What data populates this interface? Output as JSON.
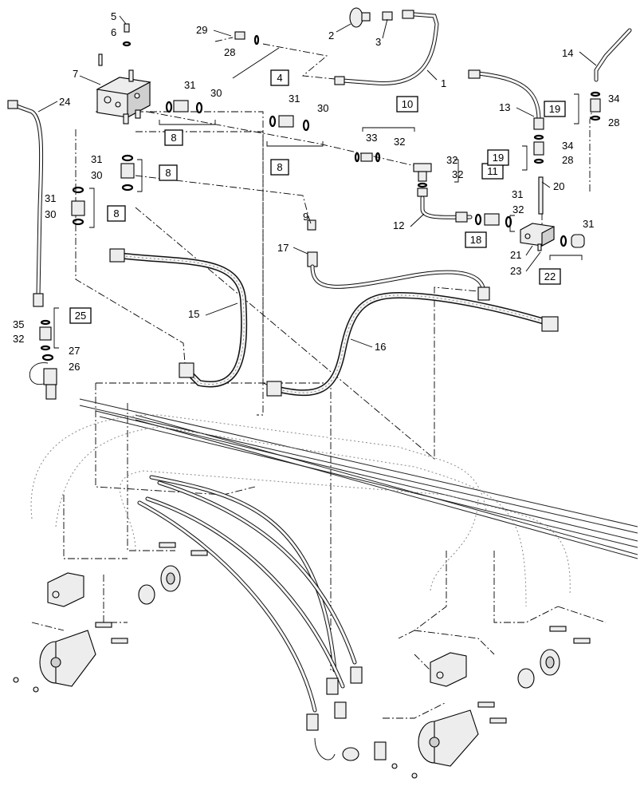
{
  "callouts": {
    "n1": "1",
    "n2": "2",
    "n3": "3",
    "n5": "5",
    "n6": "6",
    "n7": "7",
    "n9": "9",
    "n12": "12",
    "n13": "13",
    "n14": "14",
    "n15": "15",
    "n16": "16",
    "n17": "17",
    "n20": "20",
    "n21": "21",
    "n23": "23",
    "n24": "24",
    "n26": "26",
    "n27": "27",
    "n29": "29",
    "n28a": "28",
    "n28b": "28",
    "n28c": "28",
    "n30a": "30",
    "n30b": "30",
    "n30c": "30",
    "n30d": "30",
    "n31a": "31",
    "n31b": "31",
    "n31c": "31",
    "n31d": "31",
    "n31e": "31",
    "n31f": "31",
    "n32a": "32",
    "n32b": "32",
    "n32c": "32",
    "n32d": "32",
    "n32e": "32",
    "n33": "33",
    "n34a": "34",
    "n34b": "34",
    "n35": "35"
  },
  "boxed_callouts": {
    "b4": "4",
    "b8a": "8",
    "b8b": "8",
    "b8c": "8",
    "b8d": "8",
    "b10": "10",
    "b11": "11",
    "b18": "18",
    "b19a": "19",
    "b19b": "19",
    "b22": "22",
    "b25": "25"
  }
}
